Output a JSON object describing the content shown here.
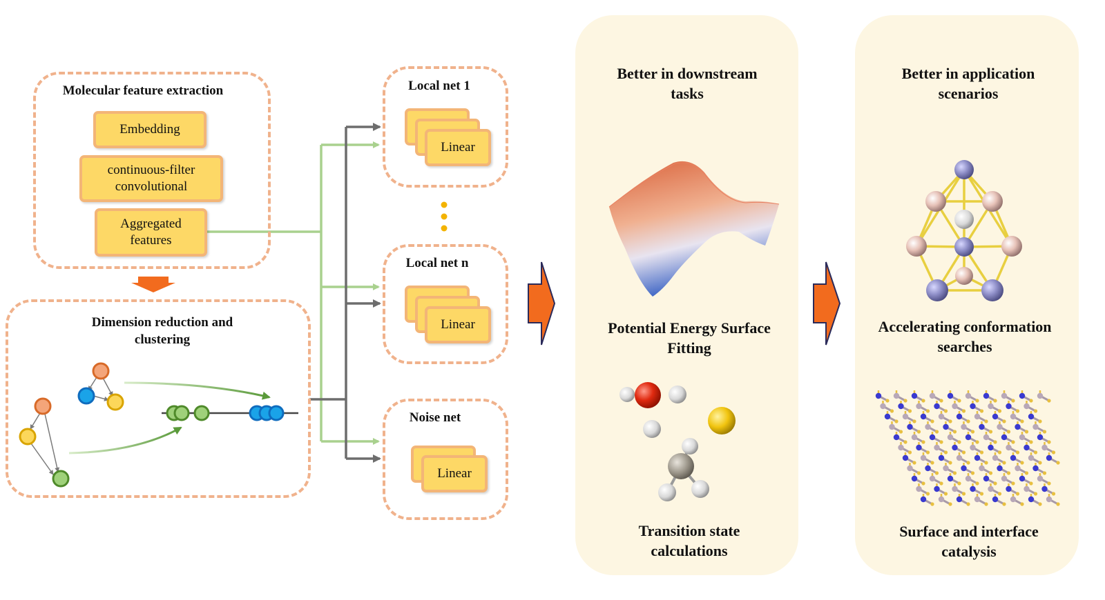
{
  "feature_extraction": {
    "title": "Molecular feature extraction",
    "embedding": "Embedding",
    "cfconv": "continuous-filter convolutional",
    "aggregated": "Aggregated features"
  },
  "dimension": {
    "title": "Dimension reduction and clustering"
  },
  "local_net_1": {
    "title": "Local net 1",
    "linear": "Linear"
  },
  "local_net_n": {
    "title": "Local net n",
    "linear": "Linear"
  },
  "noise_net": {
    "title": "Noise net",
    "linear": "Linear"
  },
  "downstream": {
    "title": "Better in downstream  tasks",
    "pes": "Potential Energy Surface Fitting",
    "ts": "Transition state calculations"
  },
  "application": {
    "title": "Better in application scenarios",
    "conformation": "Accelerating conformation searches",
    "catalysis": "Surface and interface catalysis"
  },
  "colors": {
    "dash_orange": "#f0b28c",
    "box_yellow": "#fdd866",
    "green_line": "#a9d18e",
    "gray_line": "#6d6d6d",
    "panel_bg": "#fdf6e2",
    "arrow_orange": "#f26b1e"
  }
}
